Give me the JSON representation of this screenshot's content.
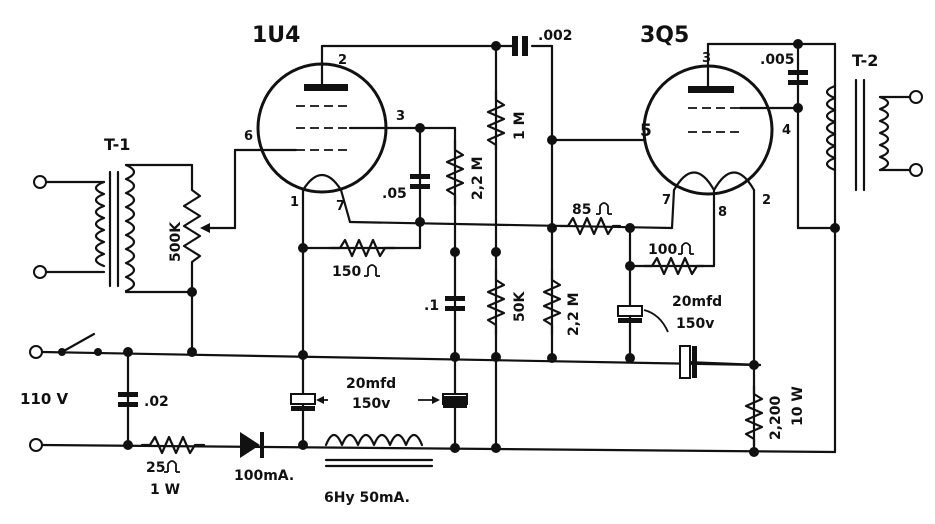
{
  "tubes": {
    "tube1": {
      "name": "1U4",
      "pins": {
        "p2": "2",
        "p3": "3",
        "p6": "6",
        "p1": "1",
        "p7": "7"
      }
    },
    "tube2": {
      "name": "3Q5",
      "pins": {
        "p3": "3",
        "p4": "4",
        "p5": "5",
        "p7": "7",
        "p8": "8",
        "p2": "2"
      }
    }
  },
  "transformers": {
    "t1": "T-1",
    "t2": "T-2"
  },
  "components": {
    "pot": "500K",
    "cap_coupling": ".002",
    "cap_plate": ".005",
    "cap_screen": ".05",
    "cap_line": ".02",
    "cap_bypass": ".1",
    "res_1m": "1 M",
    "res_22m_a": "2,2 M",
    "res_22m_b": "2,2 M",
    "res_150": "150 ",
    "res_50k": "50K",
    "res_85": "85 ",
    "res_100": "100 ",
    "res_25_a": "25 ",
    "res_25_b": "1 W",
    "res_2200_a": "2,200 ",
    "res_2200_b": "10 W",
    "cap_20mfd_a1": "20mfd",
    "cap_20mfd_a2": "150v",
    "cap_20mfd_b1": "20mfd",
    "cap_20mfd_b2": "150v",
    "diode": "100mA.",
    "choke": "6Hy 50mA.",
    "mains": "110 V"
  },
  "colors": {
    "ink": "#111111",
    "paper": "#ffffff"
  }
}
